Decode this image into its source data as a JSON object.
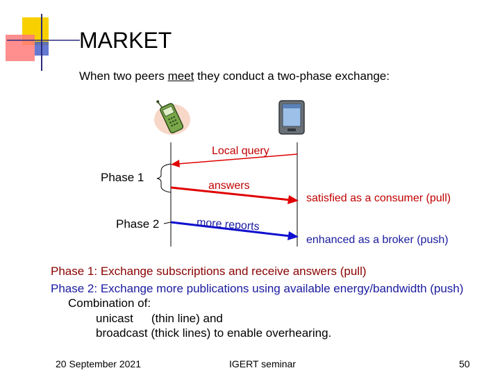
{
  "title": "MARKET",
  "subtitle": {
    "before": "When two peers ",
    "underlined": "meet",
    "after": " they conduct a two-phase exchange:"
  },
  "diagram": {
    "local_query": "Local query",
    "phase1_label": "Phase 1",
    "answers": "answers",
    "satisfied": "satisfied as a consumer (pull)",
    "phase2_label": "Phase 2",
    "more_reports": "more reports",
    "enhanced": "enhanced as a broker (push)"
  },
  "body": {
    "line1": "Phase 1: Exchange subscriptions and receive answers (pull)",
    "line2": "Phase 2: Exchange more publications using available energy/bandwidth (push)",
    "line3": "Combination of:",
    "line4_a": "unicast",
    "line4_b": "(thin line) and",
    "line5": "broadcast (thick lines) to enable overhearing."
  },
  "footer": {
    "date": "20 September 2021",
    "center": "IGERT seminar",
    "page": "50"
  },
  "colors": {
    "red_arrow": "#e00000",
    "blue_arrow": "#1010d0",
    "deco_yellow": "#f8d000",
    "deco_red": "#ff6060",
    "deco_blue": "#2020a0"
  }
}
